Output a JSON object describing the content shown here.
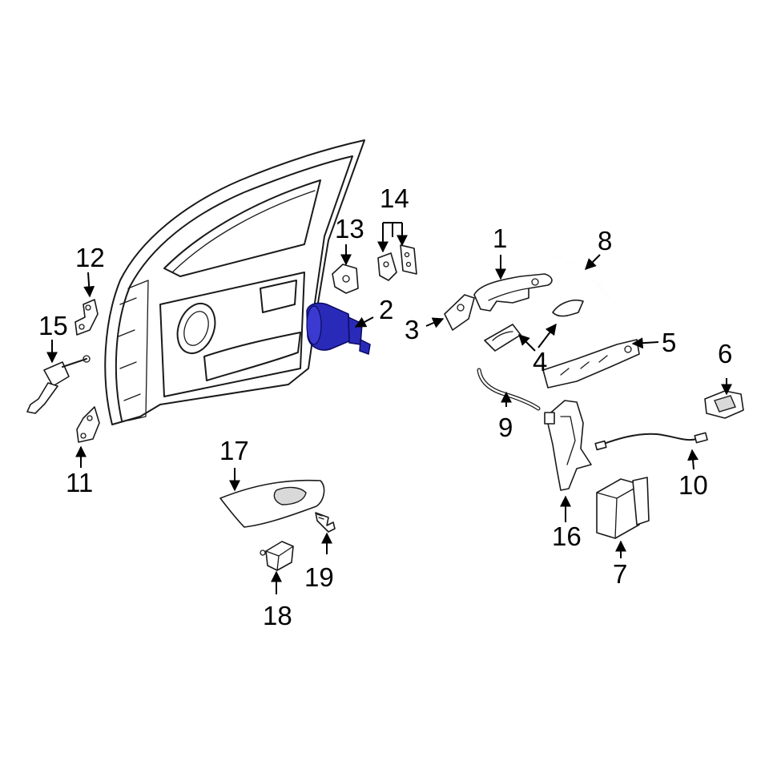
{
  "diagram": {
    "highlight_color": "#2a2ab8",
    "highlighted_part": "2",
    "callouts": {
      "c1": "1",
      "c2": "2",
      "c3": "3",
      "c4": "4",
      "c5": "5",
      "c6": "6",
      "c7": "7",
      "c8": "8",
      "c9": "9",
      "c10": "10",
      "c11": "11",
      "c12": "12",
      "c13": "13",
      "c14": "14",
      "c15": "15",
      "c16": "16",
      "c17": "17",
      "c18": "18",
      "c19": "19"
    }
  }
}
